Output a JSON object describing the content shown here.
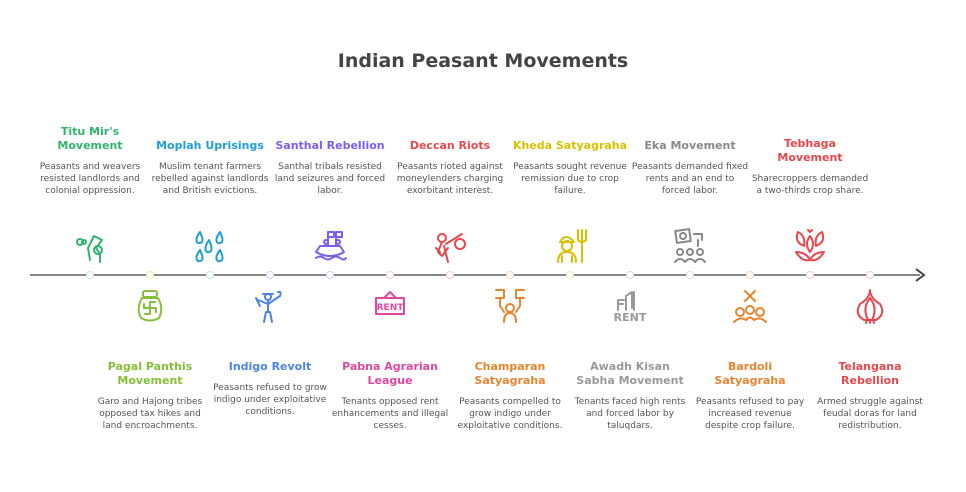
{
  "title": "Indian Peasant Movements",
  "events": [
    {
      "title": "Titu Mir's Movement",
      "desc": "Peasants and weavers resisted landlords and colonial oppression.",
      "color": "#2fb36d",
      "dot": "#bfe8e6",
      "icon": "flower-hand-icon",
      "side": "top"
    },
    {
      "title": "Pagal Panthis Movement",
      "desc": "Garo and Hajong tribes opposed tax hikes and land encroachments.",
      "color": "#86bf3a",
      "dot": "#e6f0a8",
      "icon": "pot-icon",
      "side": "bottom"
    },
    {
      "title": "Moplah Uprisings",
      "desc": "Muslim tenant farmers rebelled against landlords and British evictions.",
      "color": "#1f9fd6",
      "dot": "#bfe3ef",
      "icon": "drops-icon",
      "side": "top"
    },
    {
      "title": "Indigo Revolt",
      "desc": "Peasants refused to grow indigo under exploitative conditions.",
      "color": "#4a84e6",
      "dot": "#c9d4f3",
      "icon": "farmer-icon",
      "side": "bottom"
    },
    {
      "title": "Santhal Rebellion",
      "desc": "Santhal tribals resisted land seizures and forced labor.",
      "color": "#7a5ef0",
      "dot": "#d3cdf5",
      "icon": "boat-flags-icon",
      "side": "top"
    },
    {
      "title": "Pabna Agrarian League",
      "desc": "Tenants opposed rent enhancements and illegal cesses.",
      "color": "#e0479e",
      "dot": "#f3c9dc",
      "icon": "rent-sign-icon",
      "side": "bottom",
      "icon_text": "RENT"
    },
    {
      "title": "Deccan Riots",
      "desc": "Peasants rioted against moneylenders charging exorbitant interest.",
      "color": "#e5484d",
      "dot": "#f6c8c8",
      "icon": "person-bundle-icon",
      "side": "top"
    },
    {
      "title": "Champaran Satyagraha",
      "desc": "Peasants compelled to grow indigo under exploitative conditions.",
      "color": "#e8842c",
      "dot": "#f6d2b8",
      "icon": "protest-icon",
      "side": "bottom"
    },
    {
      "title": "Kheda Satyagraha",
      "desc": "Peasants sought revenue remission due to crop failure.",
      "color": "#d8c000",
      "dot": "#ecebb0",
      "icon": "farmer-pitchfork-icon",
      "side": "top"
    },
    {
      "title": "Awadh Kisan Sabha Movement",
      "desc": "Tenants faced high rents and forced labor by taluqdars.",
      "color": "#999999",
      "dot": "#d9d4e6",
      "icon": "rent-building-icon",
      "side": "bottom",
      "icon_text": "RENT"
    },
    {
      "title": "Eka Movement",
      "desc": "Peasants demanded fixed rents and an end to forced labor.",
      "color": "#888888",
      "dot": "#dcd8ea",
      "icon": "group-sign-icon",
      "side": "top"
    },
    {
      "title": "Bardoli Satyagraha",
      "desc": "Peasants refused to pay increased revenue despite crop failure.",
      "color": "#e8842c",
      "dot": "#f6d2b8",
      "icon": "group-cross-icon",
      "side": "bottom"
    },
    {
      "title": "Tebhaga Movement",
      "desc": "Sharecroppers demanded a two-thirds crop share.",
      "color": "#e5484d",
      "dot": "#f6c8c8",
      "icon": "lotus-icon",
      "side": "top"
    },
    {
      "title": "Telangana Rebellion",
      "desc": "Armed struggle against feudal doras for land redistribution.",
      "color": "#e5484d",
      "dot": "#f6c8c8",
      "icon": "onion-icon",
      "side": "bottom"
    }
  ]
}
